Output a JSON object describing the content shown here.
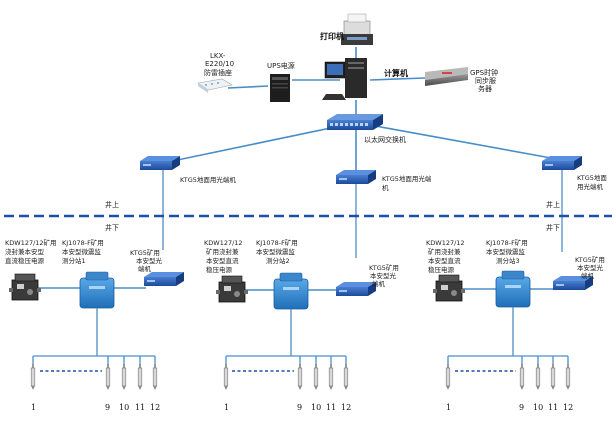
{
  "top": {
    "printer": "打印机",
    "lightning": [
      "LKX-",
      "E220/10",
      "防雷插座"
    ],
    "ups": "UPS电源",
    "computer": "计算机",
    "gps": [
      "GPS时钟",
      "同步服",
      "务器"
    ],
    "ethernet_switch": "以太网交换机",
    "left_terminal": "KTG5地面用光端机",
    "mid_terminal": [
      "KTG5地面用光端",
      "机"
    ],
    "right_terminal": [
      "KTG5地面",
      "用光端机"
    ]
  },
  "boundary": {
    "above_left": "井上",
    "below_left": "井下",
    "above_right": "井上",
    "below_right": "井下"
  },
  "sub1": {
    "power": [
      "KDW127/12矿用",
      "浇封兼本安型",
      "直流稳压电源"
    ],
    "station": [
      "KJ1078-F矿用",
      "本安型微震监",
      "测分站1"
    ],
    "terminal": [
      "KTG5矿用",
      "本安型光",
      "端机"
    ]
  },
  "sub2": {
    "power": [
      "KDW127/12",
      "矿用浇封兼",
      "本安型直流",
      "稳压电源"
    ],
    "station": [
      "KJ1078-F矿用",
      "本安型微震监",
      "测分站2"
    ],
    "terminal": [
      "KTG5矿用",
      "本安型光",
      "端机"
    ]
  },
  "sub3": {
    "power": [
      "KDW127/12",
      "矿用浇封兼",
      "本安型直流",
      "稳压电源"
    ],
    "station": [
      "KJ1078-F矿用",
      "本安型微震监",
      "测分站3"
    ],
    "terminal": [
      "KTG5矿用",
      "本安型光",
      "端机"
    ]
  },
  "sensor_labels": [
    "1",
    "9",
    "10",
    "11",
    "12"
  ],
  "colors": {
    "line": "#4a8ec9",
    "station": "#2f8fd4",
    "dash": "#1f4fa8"
  }
}
